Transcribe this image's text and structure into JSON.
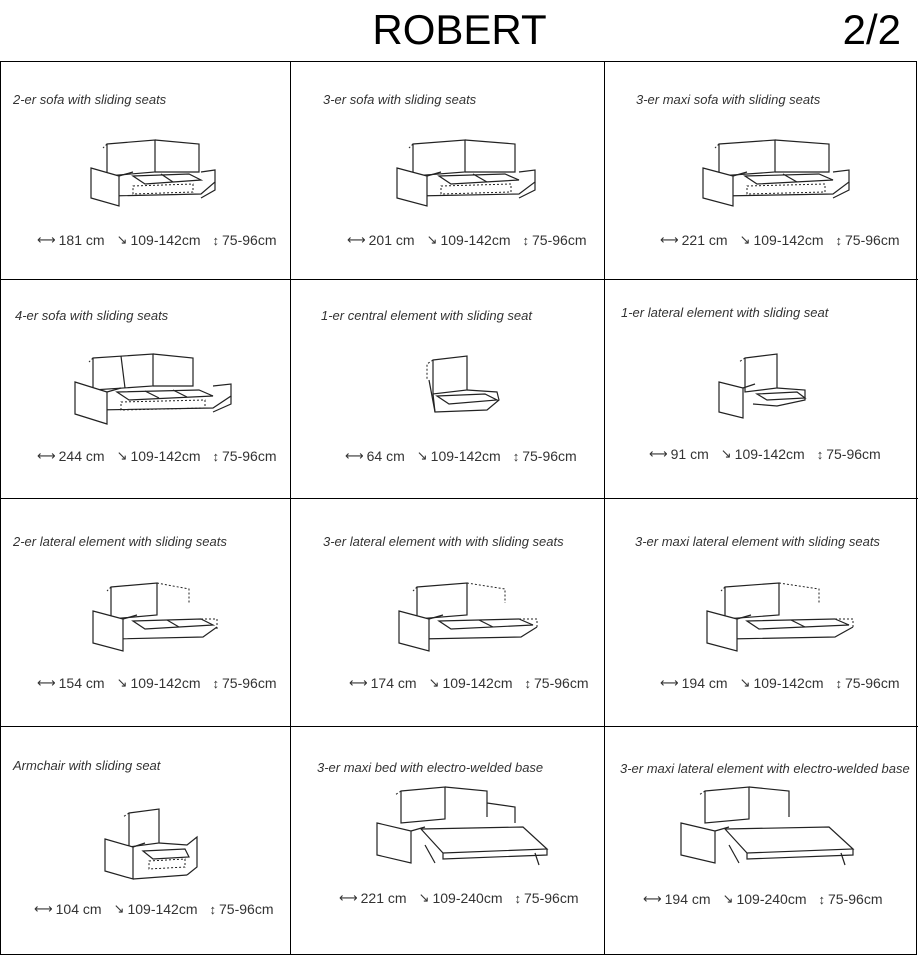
{
  "header": {
    "title": "ROBERT",
    "page": "2/2"
  },
  "icons": {
    "width": "width-arrow-icon",
    "depth": "depth-arrow-icon",
    "height": "height-arrow-icon"
  },
  "cells": [
    {
      "label": "2-er sofa with sliding seats",
      "width": "181 cm",
      "depth": "109-142cm",
      "height": "75-96cm"
    },
    {
      "label": "3-er sofa with sliding seats",
      "width": "201 cm",
      "depth": "109-142cm",
      "height": "75-96cm"
    },
    {
      "label": "3-er maxi sofa with sliding seats",
      "width": "221 cm",
      "depth": "109-142cm",
      "height": "75-96cm"
    },
    {
      "label": "4-er sofa with sliding seats",
      "width": "244 cm",
      "depth": "109-142cm",
      "height": "75-96cm"
    },
    {
      "label": "1-er central element with sliding seat",
      "width": "64 cm",
      "depth": "109-142cm",
      "height": "75-96cm"
    },
    {
      "label": "1-er lateral element with sliding seat",
      "width": "91 cm",
      "depth": "109-142cm",
      "height": "75-96cm"
    },
    {
      "label": "2-er lateral element with sliding seats",
      "width": "154 cm",
      "depth": "109-142cm",
      "height": "75-96cm"
    },
    {
      "label": "3-er lateral element with with sliding seats",
      "width": "174 cm",
      "depth": "109-142cm",
      "height": "75-96cm"
    },
    {
      "label": "3-er maxi lateral element with sliding seats",
      "width": "194 cm",
      "depth": "109-142cm",
      "height": "75-96cm"
    },
    {
      "label": "Armchair with sliding seat",
      "width": "104 cm",
      "depth": "109-142cm",
      "height": "75-96cm"
    },
    {
      "label": "3-er maxi bed with electro-welded base",
      "width": "221 cm",
      "depth": "109-240cm",
      "height": "75-96cm"
    },
    {
      "label": "3-er maxi lateral element with electro-welded base",
      "width": "194 cm",
      "depth": "109-240cm",
      "height": "75-96cm"
    }
  ]
}
